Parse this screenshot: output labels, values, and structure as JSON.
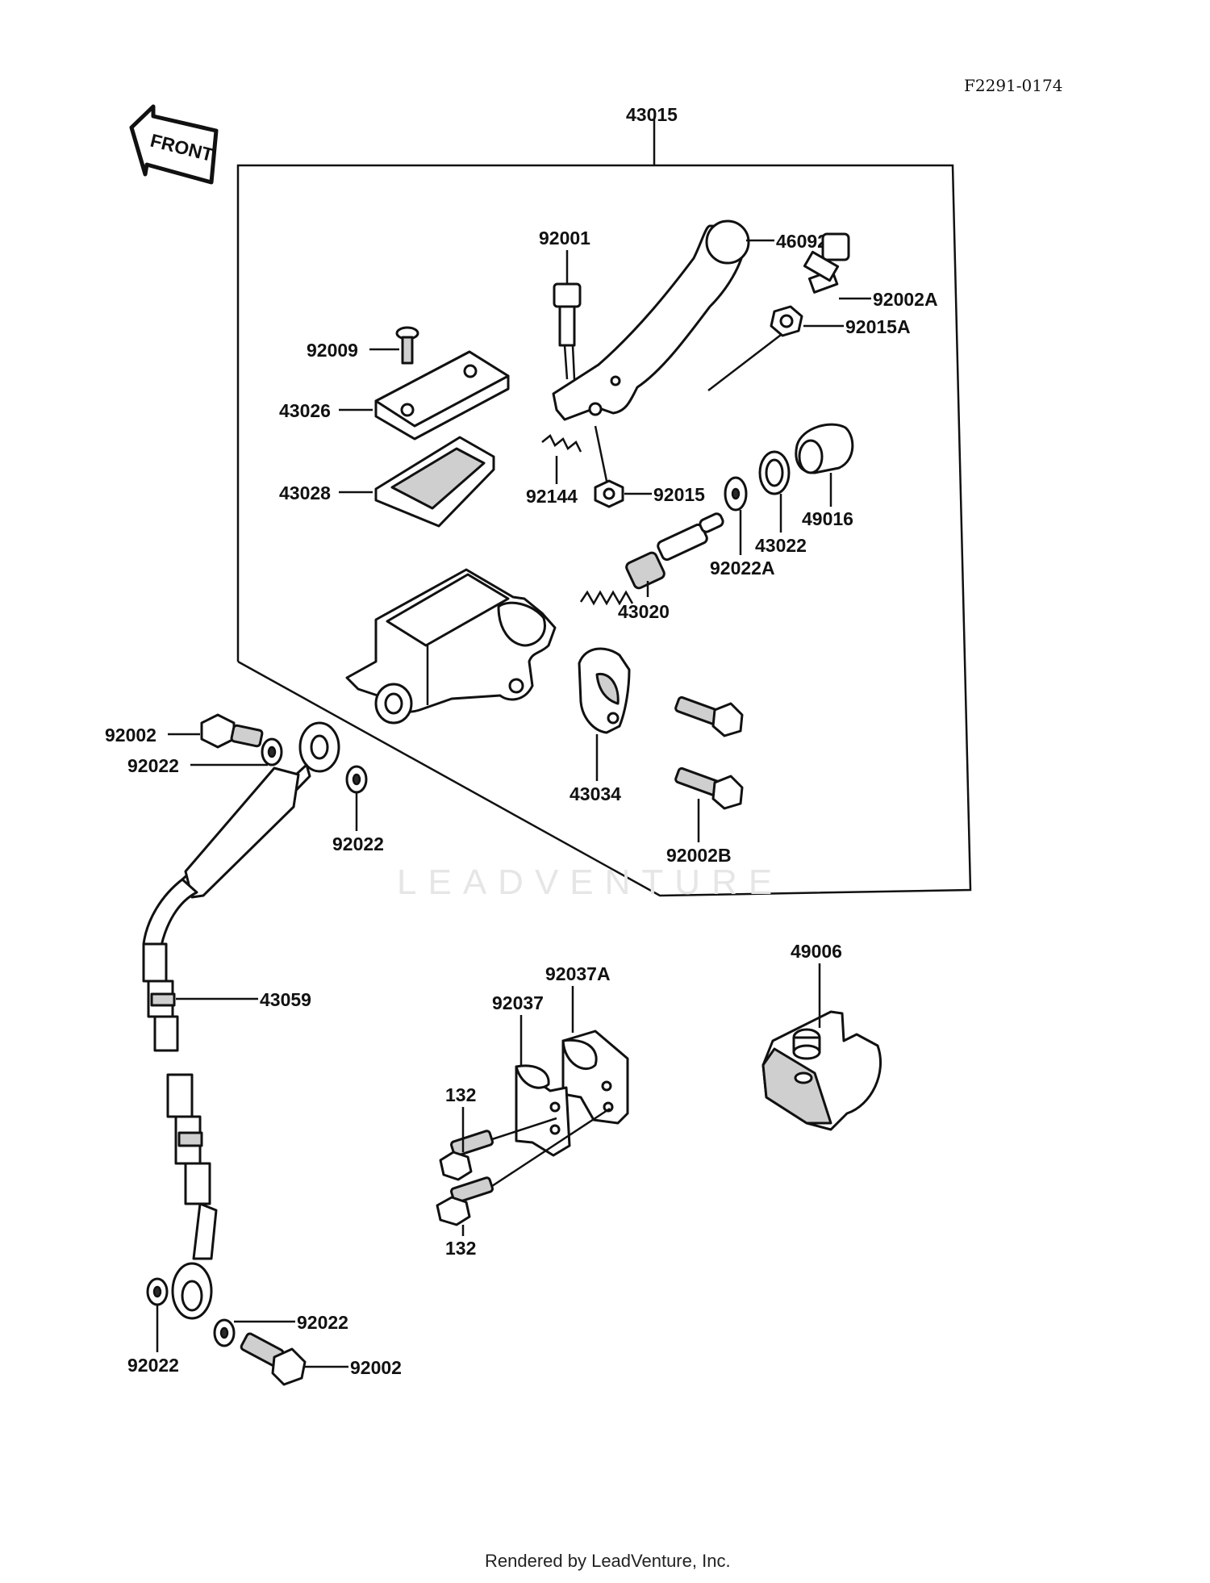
{
  "diagram_code": "F2291-0174",
  "front_arrow_label": "FRONT",
  "assembly_label": "43015",
  "watermark": "LEADVENTURE",
  "footer": "Rendered by LeadVenture, Inc.",
  "parts": {
    "p46092": "46092",
    "p92001": "92001",
    "p92002A": "92002A",
    "p92015A": "92015A",
    "p92009": "92009",
    "p43026": "43026",
    "p43028": "43028",
    "p92144": "92144",
    "p92015": "92015",
    "p49016": "49016",
    "p43022": "43022",
    "p92022A": "92022A",
    "p43020": "43020",
    "p92002_top": "92002",
    "p92022_top": "92022",
    "p92022_mid": "92022",
    "p43034": "43034",
    "p92002B": "92002B",
    "p49006": "49006",
    "p92037A": "92037A",
    "p92037": "92037",
    "p43059": "43059",
    "p132_top": "132",
    "p132_bottom": "132",
    "p92022_r": "92022",
    "p92022_l": "92022",
    "p92002_bottom": "92002"
  }
}
